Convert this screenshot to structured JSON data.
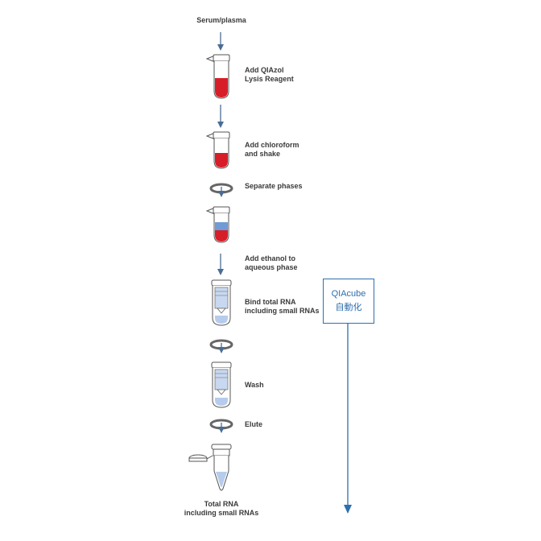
{
  "input_label": "Serum/plasma",
  "steps": [
    {
      "lines": [
        "Add QIAzol",
        "Lysis Reagent"
      ]
    },
    {
      "lines": [
        "Add chloroform",
        "and shake"
      ]
    },
    {
      "lines": [
        "Separate phases"
      ]
    },
    {
      "lines": [
        "Add ethanol to",
        "aqueous phase"
      ]
    },
    {
      "lines": [
        "Bind total RNA",
        "including small RNAs"
      ]
    },
    {
      "lines": [
        "Wash"
      ]
    },
    {
      "lines": [
        "Elute"
      ]
    }
  ],
  "output_lines": [
    "Total RNA",
    "including small RNAs"
  ],
  "automation_box": {
    "line1": "QIAcube",
    "line2": "自動化"
  },
  "colors": {
    "arrow": "#4a6c95",
    "lysate_red": "#d71e28",
    "aqueous_blue": "#6f9bd6",
    "column_blue": "#b7ccec",
    "qiacube_blue": "#2e6fae",
    "tube_outline": "#555555"
  }
}
